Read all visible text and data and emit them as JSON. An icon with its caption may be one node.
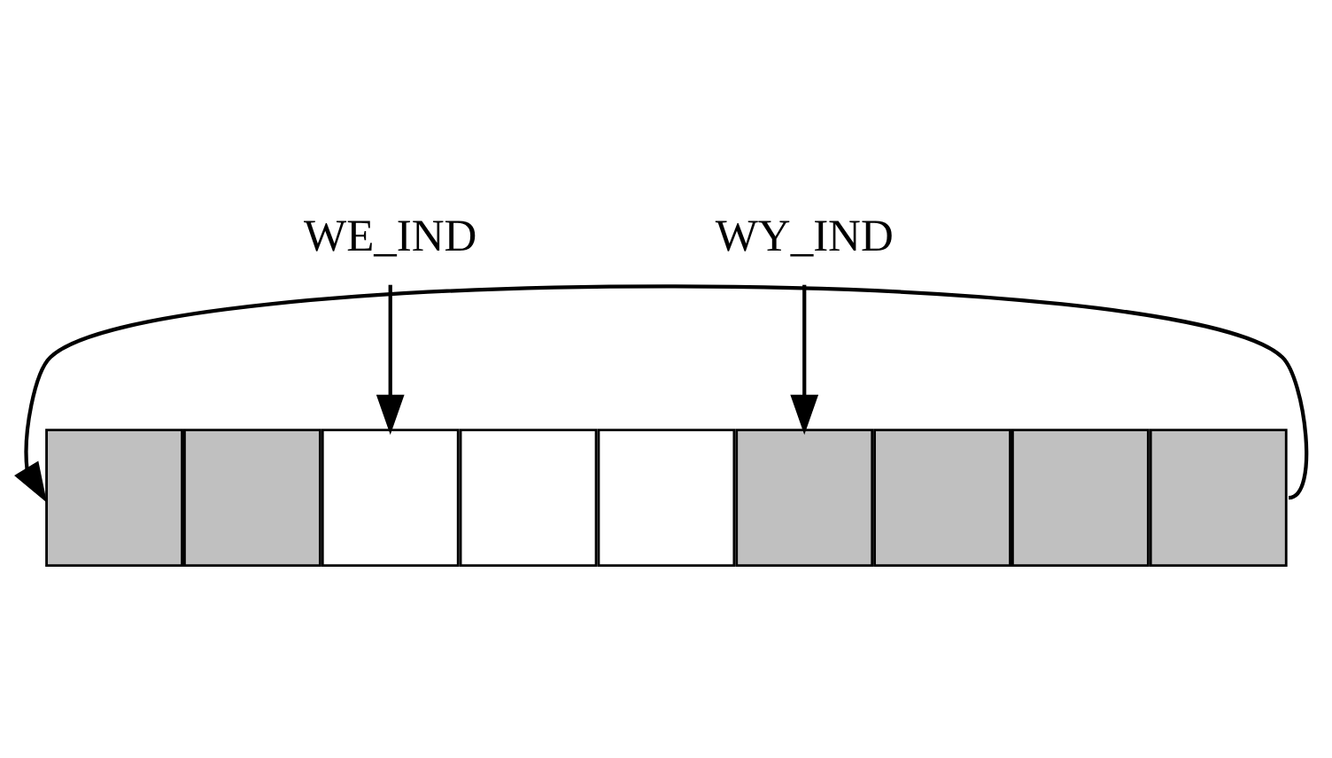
{
  "diagram": {
    "nodes": [
      {
        "text": [
          "WE_IND"
        ]
      },
      {
        "text": [
          "WY_IND"
        ]
      },
      {
        "text": [],
        "shape": "box"
      },
      {
        "text": [],
        "shape": "box"
      },
      {
        "text": [],
        "shape": "box"
      },
      {
        "text": [],
        "shape": "box"
      },
      {
        "text": [],
        "shape": "box"
      },
      {
        "text": [],
        "shape": "box"
      },
      {
        "text": [],
        "shape": "box"
      },
      {
        "text": [],
        "shape": "box"
      },
      {
        "text": [],
        "shape": "box"
      }
    ],
    "edges": [
      {
        "from": 0,
        "to": 4,
        "arrow": "to"
      },
      {
        "from": 1,
        "to": 7,
        "arrow": "to"
      },
      {
        "from": 10,
        "to": 2,
        "arrow": "to"
      }
    ]
  }
}
